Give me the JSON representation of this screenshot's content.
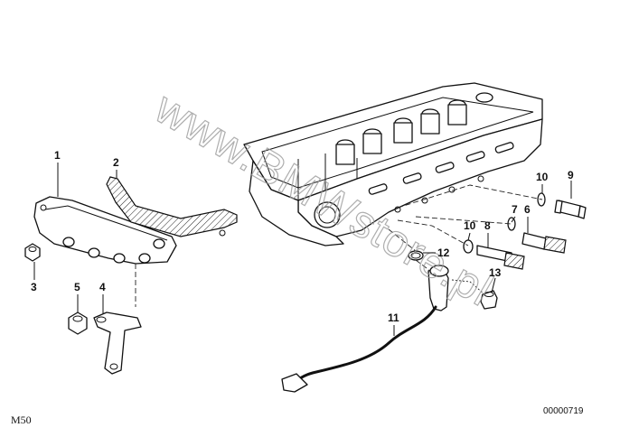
{
  "model_code": "M50",
  "figure_number": "00000719",
  "watermark": "www.BMWstore.pl",
  "callouts": [
    "1",
    "2",
    "3",
    "4",
    "5",
    "6",
    "7",
    "8",
    "9",
    "10",
    "10",
    "11",
    "12",
    "13"
  ]
}
